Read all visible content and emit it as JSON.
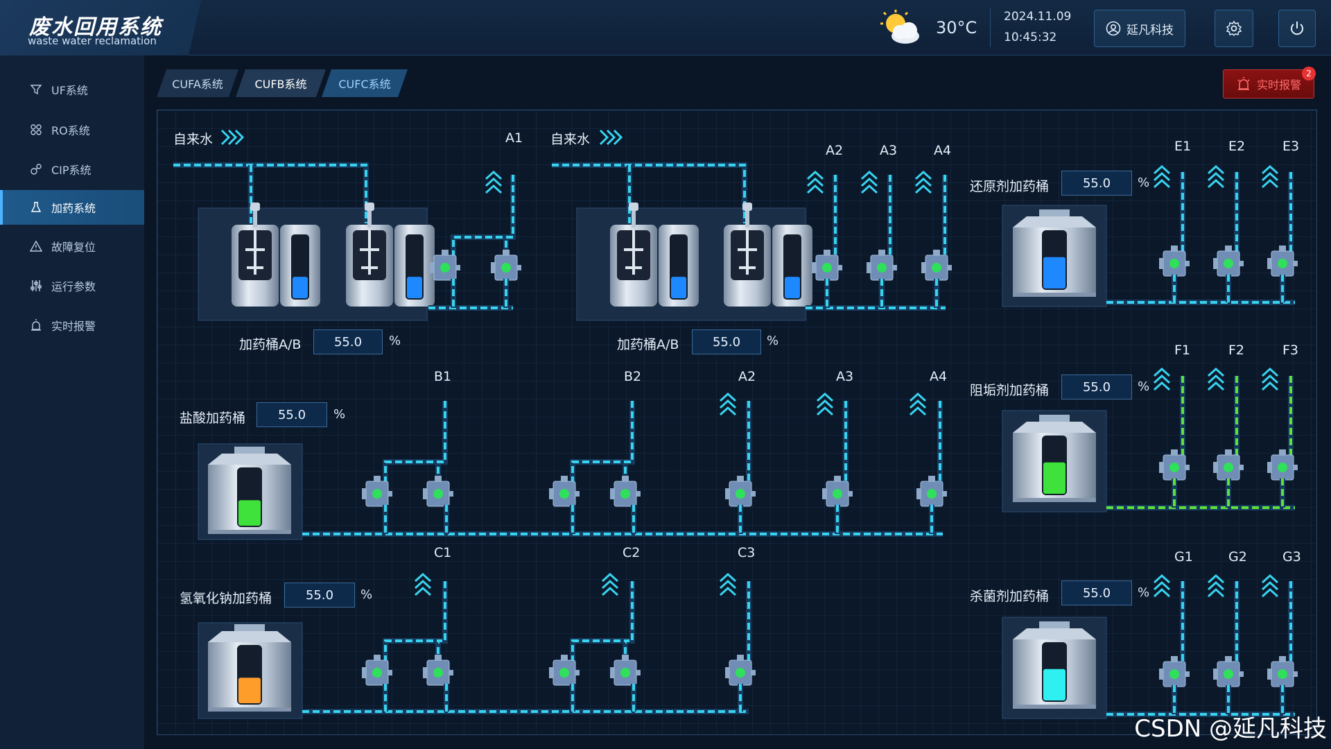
{
  "header": {
    "title": "废水回用系统",
    "subtitle": "waste water reclamation",
    "temperature": "30°C",
    "date": "2024.11.09",
    "time": "10:45:32",
    "user_label": "延凡科技"
  },
  "sidebar": {
    "items": [
      {
        "label": "UF系统",
        "icon": "filter-icon"
      },
      {
        "label": "RO系统",
        "icon": "grid-icon"
      },
      {
        "label": "CIP系统",
        "icon": "cycle-icon"
      },
      {
        "label": "加药系统",
        "icon": "flask-icon",
        "active": true
      },
      {
        "label": "故障复位",
        "icon": "warning-icon"
      },
      {
        "label": "运行参数",
        "icon": "sliders-icon"
      },
      {
        "label": "实时报警",
        "icon": "alarm-icon"
      }
    ]
  },
  "tabs": [
    {
      "label": "CUFA系统"
    },
    {
      "label": "CUFB系统",
      "active": true
    },
    {
      "label": "CUFC系统"
    }
  ],
  "alarm": {
    "label": "实时报警",
    "count": "2"
  },
  "diagram": {
    "water_left": "自来水",
    "water_right": "自来水",
    "dosing_ab_left": {
      "label": "加药桶A/B",
      "value": "55.0",
      "unit": "%"
    },
    "dosing_ab_right": {
      "label": "加药桶A/B",
      "value": "55.0",
      "unit": "%"
    },
    "hcl": {
      "label": "盐酸加药桶",
      "value": "55.0",
      "unit": "%",
      "level": 0.45
    },
    "naoh": {
      "label": "氢氧化钠加药桶",
      "value": "55.0",
      "unit": "%",
      "level": 0.45
    },
    "reducer": {
      "label": "还原剂加药桶",
      "value": "55.0",
      "unit": "%",
      "level": 0.55
    },
    "scale": {
      "label": "阻垢剂加药桶",
      "value": "55.0",
      "unit": "%",
      "level": 0.55
    },
    "biocide": {
      "label": "杀菌剂加药桶",
      "value": "55.0",
      "unit": "%",
      "level": 0.55
    },
    "points": {
      "A1": "A1",
      "A2": "A2",
      "A3": "A3",
      "A4": "A4",
      "A2b": "A2",
      "A3b": "A3",
      "A4b": "A4",
      "B1": "B1",
      "B2": "B2",
      "C1": "C1",
      "C2": "C2",
      "C3": "C3",
      "E1": "E1",
      "E2": "E2",
      "E3": "E3",
      "F1": "F1",
      "F2": "F2",
      "F3": "F3",
      "G1": "G1",
      "G2": "G2",
      "G3": "G3"
    },
    "colors": {
      "pipe_cyan": "#39d3f0",
      "pipe_green": "#5fe03a",
      "fill_blue": "#1e88ff",
      "fill_green": "#3ee23a",
      "fill_orange": "#ff9d2a",
      "fill_cyan": "#2ff0f0"
    }
  },
  "watermark": "CSDN @延凡科技"
}
